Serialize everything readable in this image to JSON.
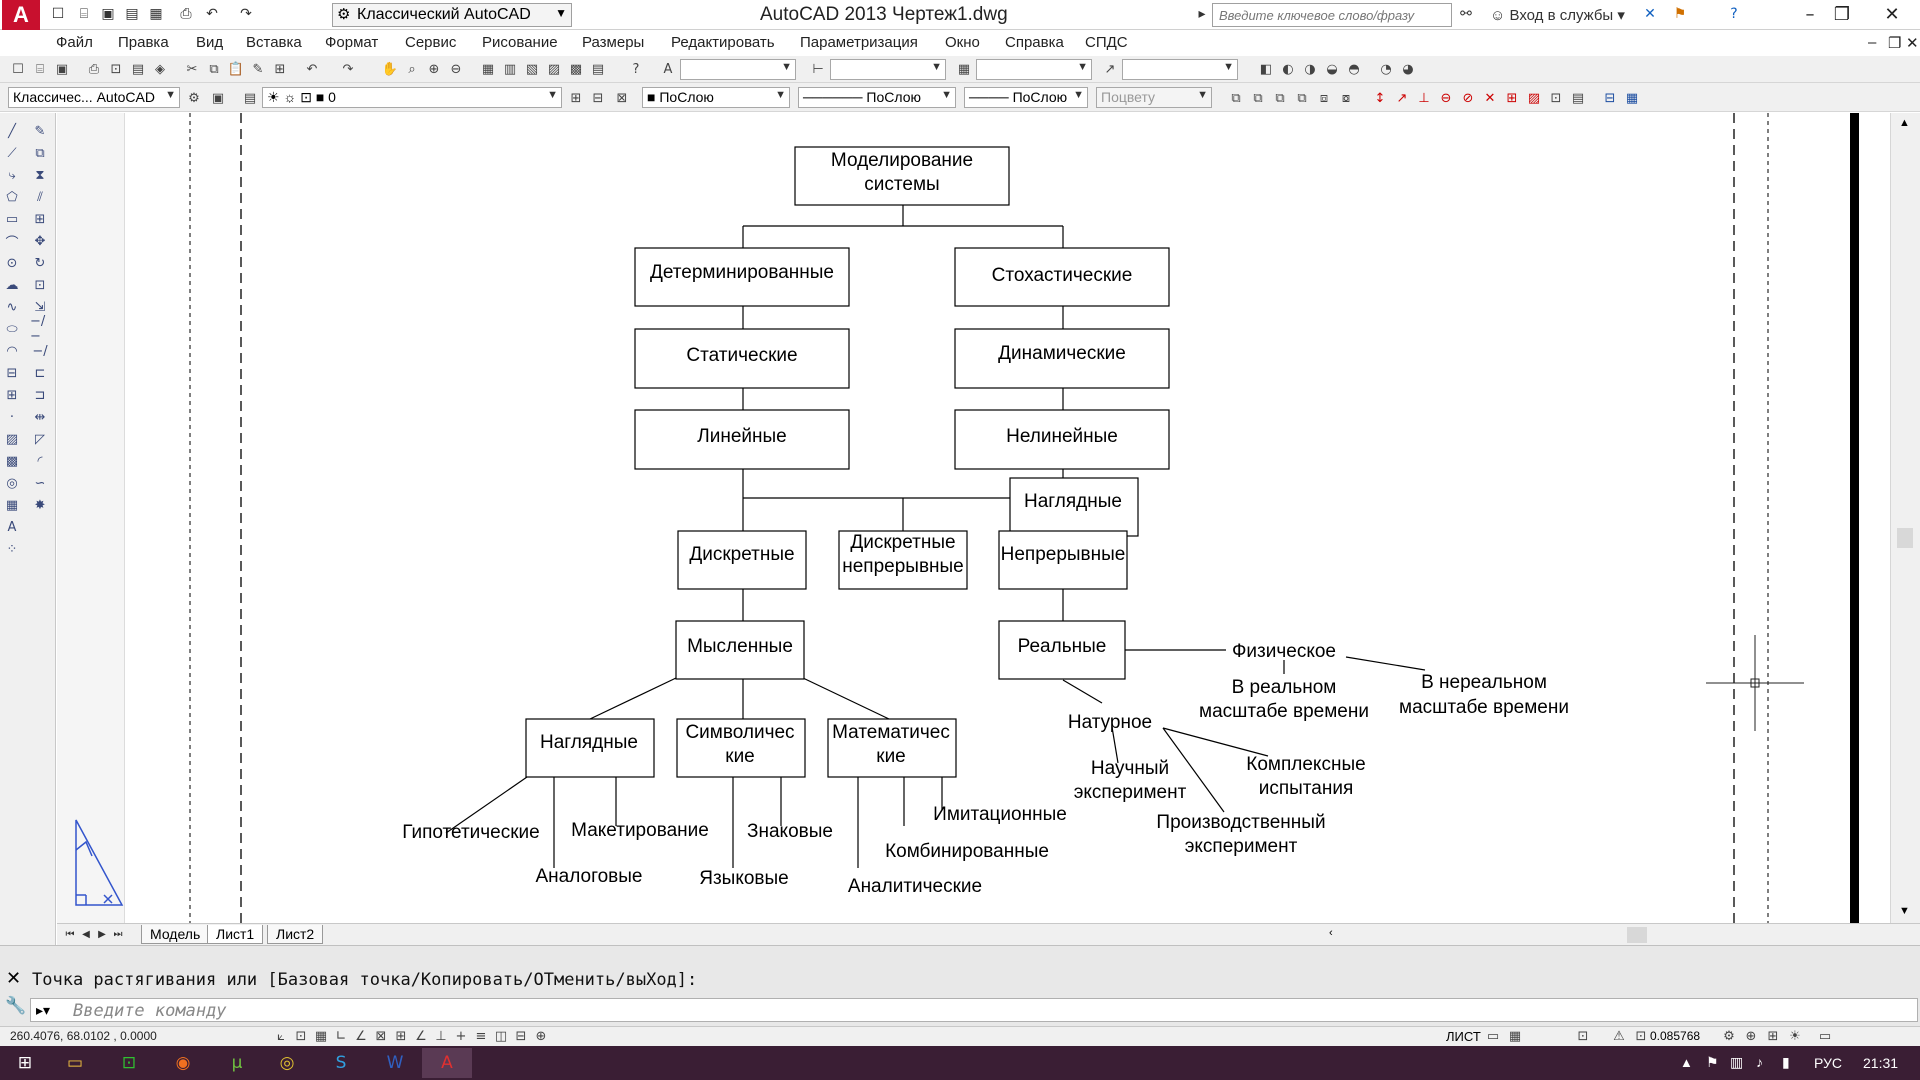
{
  "titlebar": {
    "logo": "A",
    "workspace": "Классический AutoCAD",
    "title": "AutoCAD 2013    Чертеж1.dwg",
    "search_placeholder": "Введите ключевое слово/фразу",
    "login": "Вход в службы"
  },
  "menu": [
    "Файл",
    "Правка",
    "Вид",
    "Вставка",
    "Формат",
    "Сервис",
    "Рисование",
    "Размеры",
    "Редактировать",
    "Параметризация",
    "Окно",
    "Справка",
    "СПДС"
  ],
  "toolbar3": {
    "workspace_combo": "Классичес... AutoCAD",
    "layer_combo": "0",
    "color_combo": "ПоСлою",
    "linetype_combo": "ПоСлою",
    "lineweight_combo": "ПоСлою",
    "plotstyle_combo": "Поцвету"
  },
  "diagram": {
    "nodes": [
      {
        "id": "root",
        "lines": [
          "Моделирование",
          "системы"
        ]
      },
      {
        "id": "determ",
        "lines": [
          "Детерминированные"
        ]
      },
      {
        "id": "stoch",
        "lines": [
          "Стохастические"
        ]
      },
      {
        "id": "static",
        "lines": [
          "Статические"
        ]
      },
      {
        "id": "dynamic",
        "lines": [
          "Динамические"
        ]
      },
      {
        "id": "linear",
        "lines": [
          "Линейные"
        ]
      },
      {
        "id": "nonlinear",
        "lines": [
          "Нелинейные"
        ]
      },
      {
        "id": "visual_top",
        "lines": [
          "Наглядные"
        ]
      },
      {
        "id": "discrete",
        "lines": [
          "Дискретные"
        ]
      },
      {
        "id": "disc_cont",
        "lines": [
          "Дискретные",
          "непрерывные"
        ]
      },
      {
        "id": "continuous",
        "lines": [
          "Непрерывные"
        ]
      },
      {
        "id": "mental",
        "lines": [
          "Мысленные"
        ]
      },
      {
        "id": "real",
        "lines": [
          "Реальные"
        ]
      },
      {
        "id": "visual",
        "lines": [
          "Наглядные"
        ]
      },
      {
        "id": "symbolic",
        "lines": [
          "Символичес",
          "кие"
        ]
      },
      {
        "id": "math",
        "lines": [
          "Математичес",
          "кие"
        ]
      }
    ],
    "labels": [
      {
        "id": "physical",
        "lines": [
          "Физическое"
        ]
      },
      {
        "id": "realtime",
        "lines": [
          "В реальном",
          "масштабе времени"
        ]
      },
      {
        "id": "nonrealtime",
        "lines": [
          "В нереальном",
          "масштабе времени"
        ]
      },
      {
        "id": "natural",
        "lines": [
          "Натурное"
        ]
      },
      {
        "id": "scientific",
        "lines": [
          "Научный",
          "эксперимент"
        ]
      },
      {
        "id": "complex",
        "lines": [
          "Комплексные",
          "испытания"
        ]
      },
      {
        "id": "production",
        "lines": [
          "Производственный",
          "эксперимент"
        ]
      },
      {
        "id": "hypothetical",
        "lines": [
          "Гипотетические"
        ]
      },
      {
        "id": "analog",
        "lines": [
          "Аналоговые"
        ]
      },
      {
        "id": "mockup",
        "lines": [
          "Макетирование"
        ]
      },
      {
        "id": "language",
        "lines": [
          "Языковые"
        ]
      },
      {
        "id": "sign",
        "lines": [
          "Знаковые"
        ]
      },
      {
        "id": "imitation",
        "lines": [
          "Имитационные"
        ]
      },
      {
        "id": "combined",
        "lines": [
          "Комбинированные"
        ]
      },
      {
        "id": "analytic",
        "lines": [
          "Аналитические"
        ]
      }
    ]
  },
  "tabs": [
    "Модель",
    "Лист1",
    "Лист2"
  ],
  "active_tab": "Лист1",
  "command": {
    "history": "Точка растягивания или [Базовая точка/Копировать/ОТменить/выХод]:",
    "placeholder": "Введите команду"
  },
  "status": {
    "coords": "260.4076, 68.0102 , 0.0000",
    "space": "ЛИСТ",
    "scale": "0.085768"
  },
  "taskbar": {
    "lang": "РУС",
    "time": "21:31"
  }
}
